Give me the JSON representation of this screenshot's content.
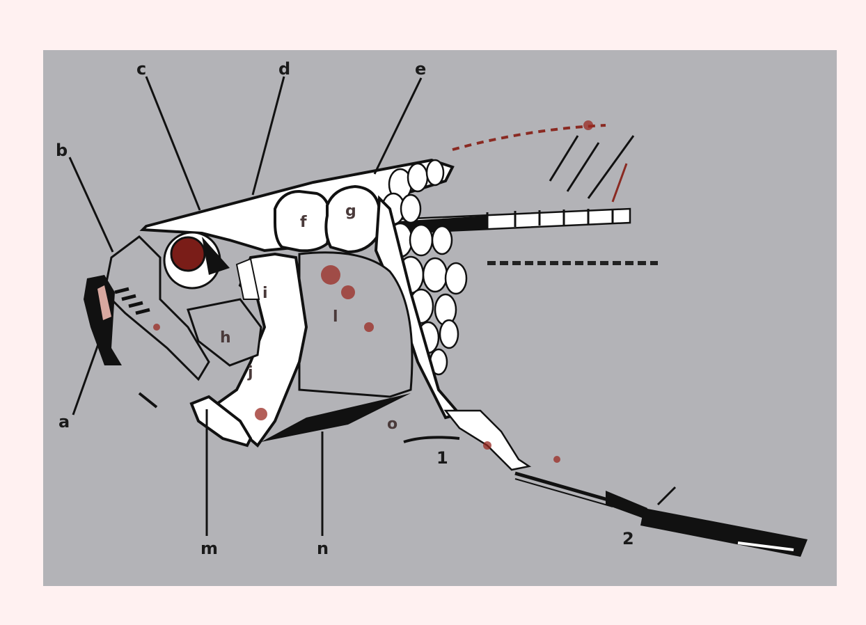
{
  "labels": {
    "a": "a",
    "b": "b",
    "c": "c",
    "d": "d",
    "e": "e",
    "f": "f",
    "g": "g",
    "h": "h",
    "i": "i",
    "j": "j",
    "l": "l",
    "m": "m",
    "n": "n",
    "o": "o",
    "one": "1",
    "two": "2"
  },
  "colors": {
    "page_background": "#fff1f1",
    "panel_background": "#b3b3b7",
    "outline": "#111111",
    "bone_fill": "#ffffff",
    "stain": "#9a2a22"
  }
}
